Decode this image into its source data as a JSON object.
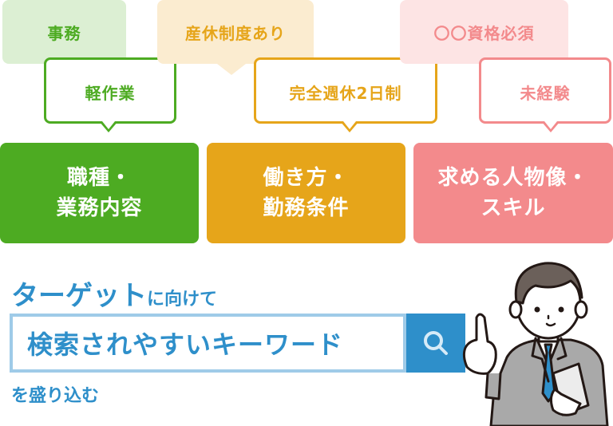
{
  "colors": {
    "green": "#4dab22",
    "green_soft": "#dcefd3",
    "orange": "#e6a51a",
    "orange_soft": "#fbecd0",
    "pink": "#f38a8c",
    "pink_soft": "#fde4e4",
    "blue": "#2e8fca",
    "blue_light": "#9fcbe8"
  },
  "bubbles": {
    "green_soft": "事務",
    "green_outline": "軽作業",
    "orange_soft": "産休制度あり",
    "orange_outline": "完全週休2日制",
    "pink_soft": "〇〇資格必須",
    "pink_outline": "未経験"
  },
  "categories": [
    {
      "line1": "職種・",
      "line2": "業務内容"
    },
    {
      "line1": "働き方・",
      "line2": "勤務条件"
    },
    {
      "line1": "求める人物像・",
      "line2": "スキル"
    }
  ],
  "heading": {
    "big": "ターゲット",
    "small": "に向けて"
  },
  "search": {
    "value": "検索されやすいキーワード",
    "icon": "search-icon"
  },
  "subtext": "を盛り込む",
  "illustration": "businessman-pointing-holding-phone"
}
